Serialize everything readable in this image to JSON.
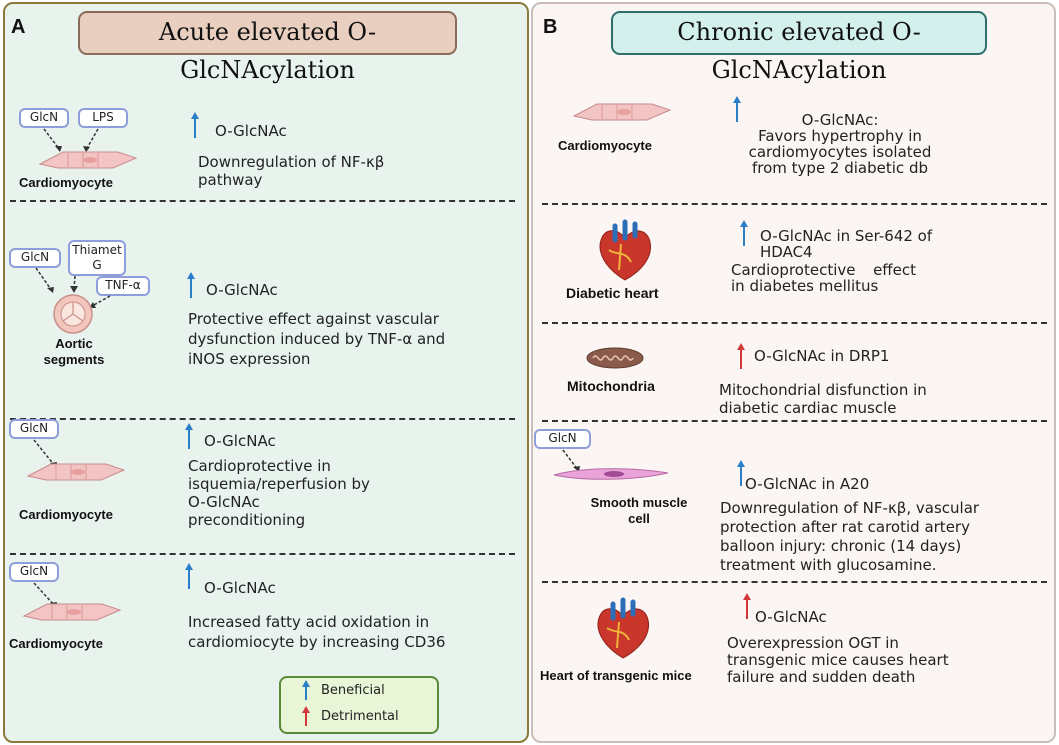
{
  "panel_a": {
    "letter": "A",
    "title": "Acute elevated O-GlcNAcylation",
    "rows": [
      {
        "tags": [
          "GlcN",
          "LPS"
        ],
        "label": "Cardiomyocyte",
        "marker": "O-GlcNAc",
        "effect": "Downregulation of NF-κβ pathway"
      },
      {
        "tags": [
          "GlcN",
          "Thiamet G",
          "TNF-α"
        ],
        "label": "Aortic segments",
        "marker": "O-GlcNAc",
        "effect": "Protective effect against vascular dysfunction induced by TNF-α and iNOS expression"
      },
      {
        "tags": [
          "GlcN"
        ],
        "label": "Cardiomyocyte",
        "marker": "O-GlcNAc",
        "effect": "Cardioprotective in isquemia/reperfusion by O-GlcNAc preconditioning"
      },
      {
        "tags": [
          "GlcN"
        ],
        "label": "Cardiomyocyte",
        "marker": "O-GlcNAc",
        "effect": "Increased fatty acid oxidation in cardiomiocyte by increasing CD36"
      }
    ]
  },
  "panel_b": {
    "letter": "B",
    "title": "Chronic  elevated O-GlcNAcylation",
    "rows": [
      {
        "label": "Cardiomyocyte",
        "marker": "O-GlcNAc:",
        "effect": "Favors hypertrophy  in cardiomyocytes isolated from type 2 diabetic db"
      },
      {
        "label": "Diabetic heart",
        "marker": "O-GlcNAc in Ser-642 of HDAC4",
        "effect": "Cardioprotective effect in diabetes mellitus"
      },
      {
        "label": "Mitochondria",
        "marker": "O-GlcNAc in DRP1",
        "effect": "Mitochondrial disfunction in diabetic cardiac muscle"
      },
      {
        "tags": [
          "GlcN"
        ],
        "label": "Smooth muscle cell",
        "marker": "O-GlcNAc in A20",
        "effect": "Downregulation of  NF-κβ, vascular protection after rat carotid artery balloon injury:  chronic (14 days) treatment with glucosamine."
      },
      {
        "label": "Heart of transgenic  mice",
        "marker": "O-GlcNAc",
        "effect": "Overexpression OGT in transgenic mice causes heart failure and sudden death"
      }
    ]
  },
  "legend": {
    "beneficial": "Beneficial",
    "detrimental": "Detrimental"
  },
  "colors": {
    "beneficial": "#2a7fc9",
    "detrimental": "#d23a3a"
  }
}
